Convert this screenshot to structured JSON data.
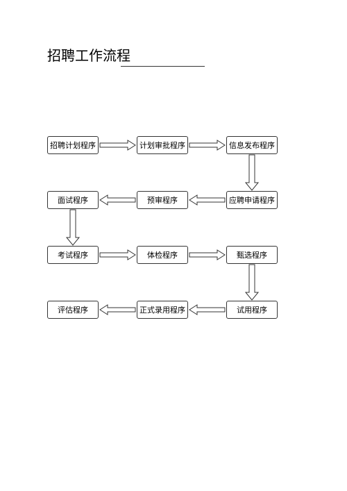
{
  "title": "招聘工作流程",
  "steps": [
    {
      "label": "招聘计划程序"
    },
    {
      "label": "计划审批程序"
    },
    {
      "label": "信息发布程序"
    },
    {
      "label": "应聘申请程序"
    },
    {
      "label": "预审程序"
    },
    {
      "label": "面试程序"
    },
    {
      "label": "考试程序"
    },
    {
      "label": "体检程序"
    },
    {
      "label": "甄选程序"
    },
    {
      "label": "试用程序"
    },
    {
      "label": "正式录用程序"
    },
    {
      "label": "评估程序"
    }
  ]
}
